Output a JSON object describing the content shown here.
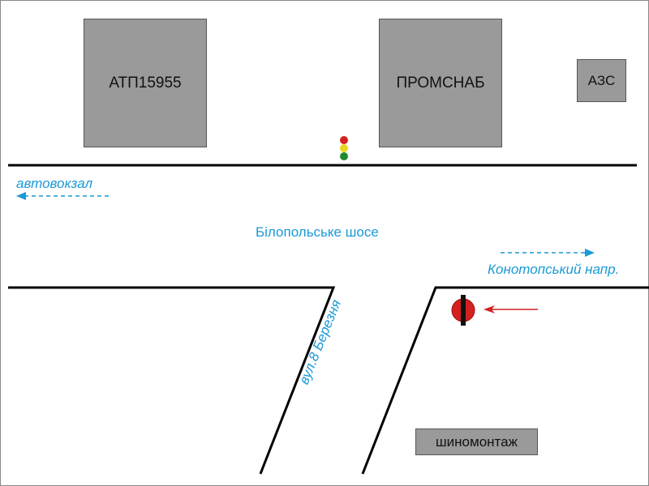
{
  "buildings": [
    {
      "label": "АТП15955"
    },
    {
      "label": "ПРОМСНАБ"
    },
    {
      "label": "АЗС"
    },
    {
      "label": "шиномонтаж"
    }
  ],
  "road_main": "Білопольське шосе",
  "direction_left": "автовокзал",
  "direction_right": "Конотопський напр.",
  "side_street": "вул.8 Березня",
  "colors": {
    "label": "#1a9ad6",
    "building": "#9a9a9a",
    "arrow_red": "#d42020"
  }
}
